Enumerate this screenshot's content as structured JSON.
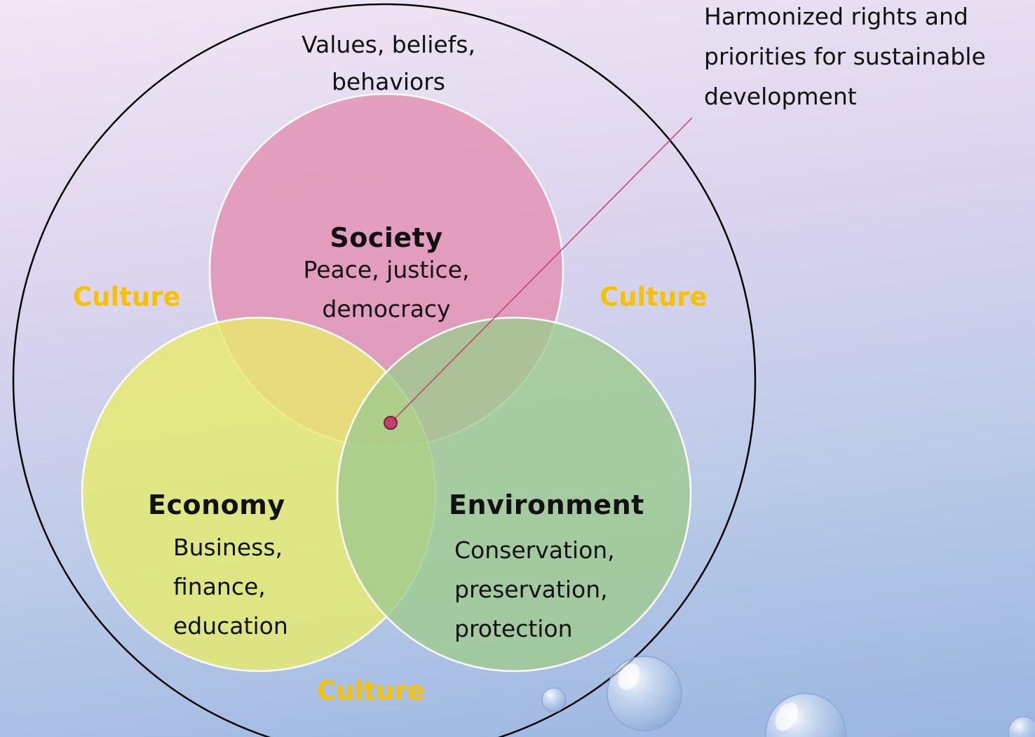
{
  "outer": {
    "lines": [
      "Values, beliefs,",
      "behaviors"
    ]
  },
  "society": {
    "title": "Society",
    "lines": [
      "Peace, justice,",
      "democracy"
    ],
    "color": "#e38fb1"
  },
  "economy": {
    "title": "Economy",
    "lines": [
      "Business,",
      "finance,",
      "education"
    ],
    "color": "#e9ec6a"
  },
  "environment": {
    "title": "Environment",
    "lines": [
      "Conservation,",
      "preservation,",
      "protection"
    ],
    "color": "#9fcb8d"
  },
  "culture": {
    "label": "Culture",
    "color": "#f6c200"
  },
  "callout": {
    "lines": [
      "Harmonized rights and",
      "priorities for sustainable",
      "development"
    ],
    "color": "#c0406e"
  }
}
